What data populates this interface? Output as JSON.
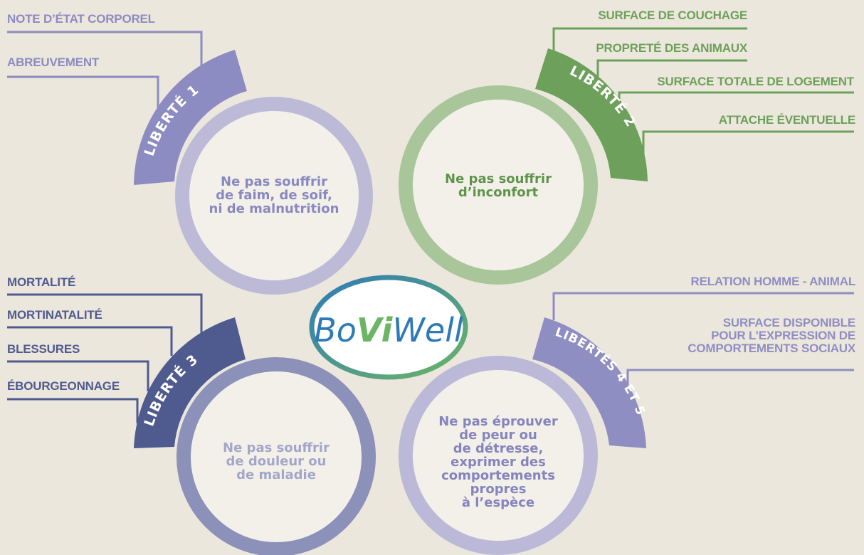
{
  "logo": {
    "text_bo": "Bo",
    "text_vi": "Vi",
    "text_well": "Well"
  },
  "freedoms": [
    {
      "band_label": "LIBERTÉ 1",
      "center_text": [
        "Ne pas souffrir",
        "de faim, de soif,",
        "ni de malnutrition"
      ],
      "indicators": [
        "NOTE D’ÉTAT CORPOREL",
        "ABREUVEMENT"
      ],
      "colors": {
        "band": "#8c8bc2",
        "ring": "#bdbad8",
        "text": "#8988c0",
        "line": "#8c8bc2"
      }
    },
    {
      "band_label": "LIBERTÉ 2",
      "center_text": [
        "Ne pas souffrir",
        "d’inconfort"
      ],
      "indicators": [
        "SURFACE DE COUCHAGE",
        "PROPRETÉ DES ANIMAUX",
        "SURFACE TOTALE DE LOGEMENT",
        "ATTACHE ÉVENTUELLE"
      ],
      "colors": {
        "band": "#6da05a",
        "ring": "#a9c69a",
        "text": "#5e944a",
        "line": "#6da05a"
      }
    },
    {
      "band_label": "LIBERTÉ 3",
      "center_text": [
        "Ne pas souffrir",
        "de douleur ou",
        "de maladie"
      ],
      "indicators": [
        "MORTALITÉ",
        "MORTINATALITÉ",
        "BLESSURES",
        "ÉBOURGEONNAGE"
      ],
      "colors": {
        "band": "#4f5a8f",
        "ring": "#8b91b8",
        "text": "#a3a6c9",
        "line": "#4f5a8f"
      }
    },
    {
      "band_label": "LIBERTÉS 4 ET 5",
      "center_text": [
        "Ne pas éprouver",
        "de peur ou",
        "de détresse,",
        "exprimer des",
        "comportements",
        "propres",
        "à l’espèce"
      ],
      "indicators": [
        "RELATION HOMME - ANIMAL",
        "SURFACE DISPONIBLE|POUR L’EXPRESSION DE|COMPORTEMENTS SOCIAUX"
      ],
      "colors": {
        "band": "#8f8ec3",
        "ring": "#bbb9d7",
        "text": "#8584bd",
        "line": "#8f8ec3"
      }
    }
  ],
  "palette": {
    "background": "#ece7dc",
    "inner_circle": "#f3f0ea",
    "logo_blue": "#2e7ab8",
    "logo_green": "#6cb565"
  }
}
